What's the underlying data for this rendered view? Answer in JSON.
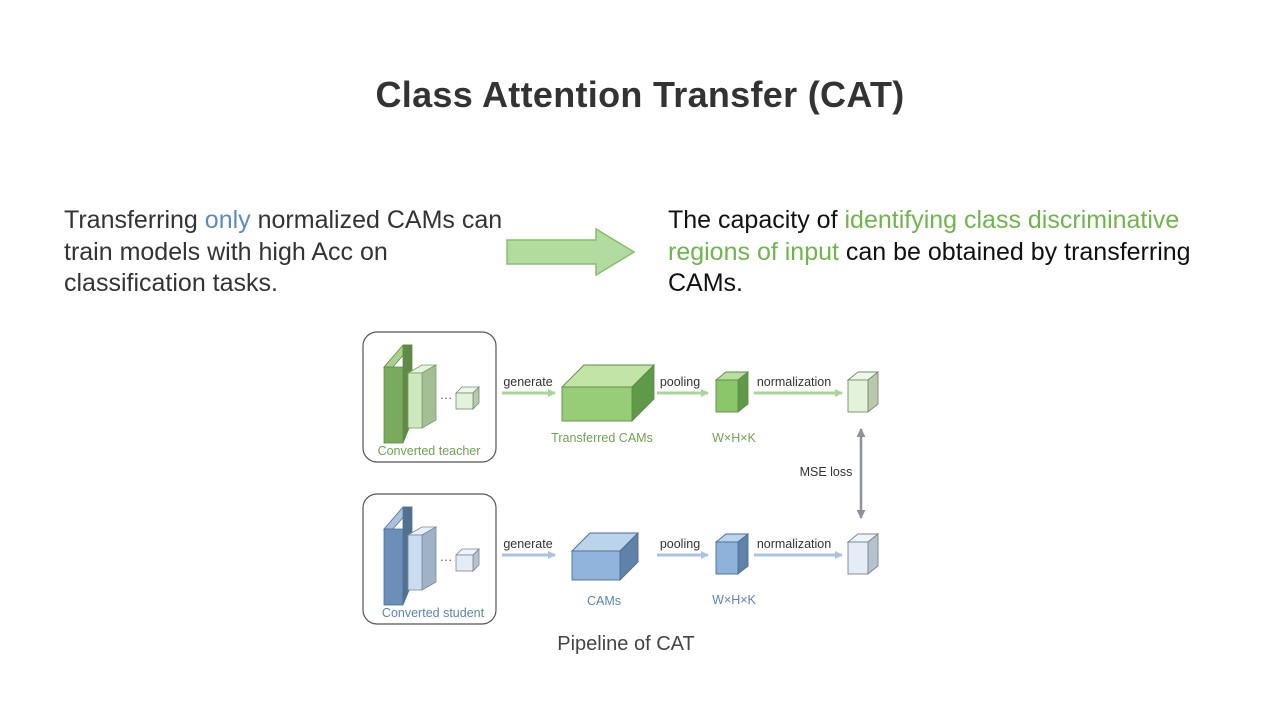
{
  "slide": {
    "title": "Class Attention Transfer (CAT)",
    "left_text": {
      "before": "Transferring ",
      "highlight": "only",
      "after": " normalized CAMs can train models with high Acc on classification tasks."
    },
    "right_text": {
      "before": "The capacity of ",
      "highlight": "identifying class discriminative regions of input",
      "after": " can be obtained by transferring CAMs."
    },
    "caption": "Pipeline of CAT"
  },
  "diagram": {
    "teacher_box_label": "Converted teacher",
    "student_box_label": "Converted student",
    "ellipsis": "···",
    "top_row": {
      "generate": "generate",
      "cams": "Transferred CAMs",
      "pooling": "pooling",
      "pooled": "W×H×K",
      "normalization": "normalization"
    },
    "bottom_row": {
      "generate": "generate",
      "cams": "CAMs",
      "pooling": "pooling",
      "pooled": "W×H×K",
      "normalization": "normalization"
    },
    "loss_label": "MSE loss"
  },
  "colors": {
    "title": "#333333",
    "blue_highlight": "#5b8bbd",
    "green_highlight": "#6fb54c",
    "teacher_green": "#7aaa5e",
    "student_blue": "#6b8fb8",
    "arrow_green": "#a8d59a",
    "arrow_blue": "#a9c4e2",
    "loss_gray": "#8a939c"
  }
}
